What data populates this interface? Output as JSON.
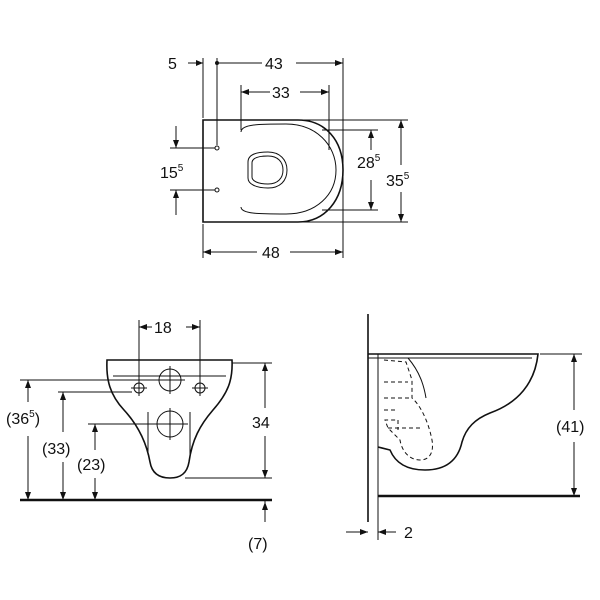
{
  "top_view": {
    "dim_5": "5",
    "dim_43": "43",
    "dim_33": "33",
    "dim_15_main": "15",
    "dim_15_sup": "5",
    "dim_28_main": "28",
    "dim_28_sup": "5",
    "dim_35_main": "35",
    "dim_35_sup": "5",
    "dim_48": "48"
  },
  "front_view": {
    "dim_18": "18",
    "dim_36_open": "(36",
    "dim_36_sup": "5",
    "dim_36_close": ")",
    "dim_33": "(33)",
    "dim_23": "(23)",
    "dim_34": "34",
    "dim_7": "(7)"
  },
  "side_view": {
    "dim_41": "(41)",
    "dim_2": "2"
  }
}
